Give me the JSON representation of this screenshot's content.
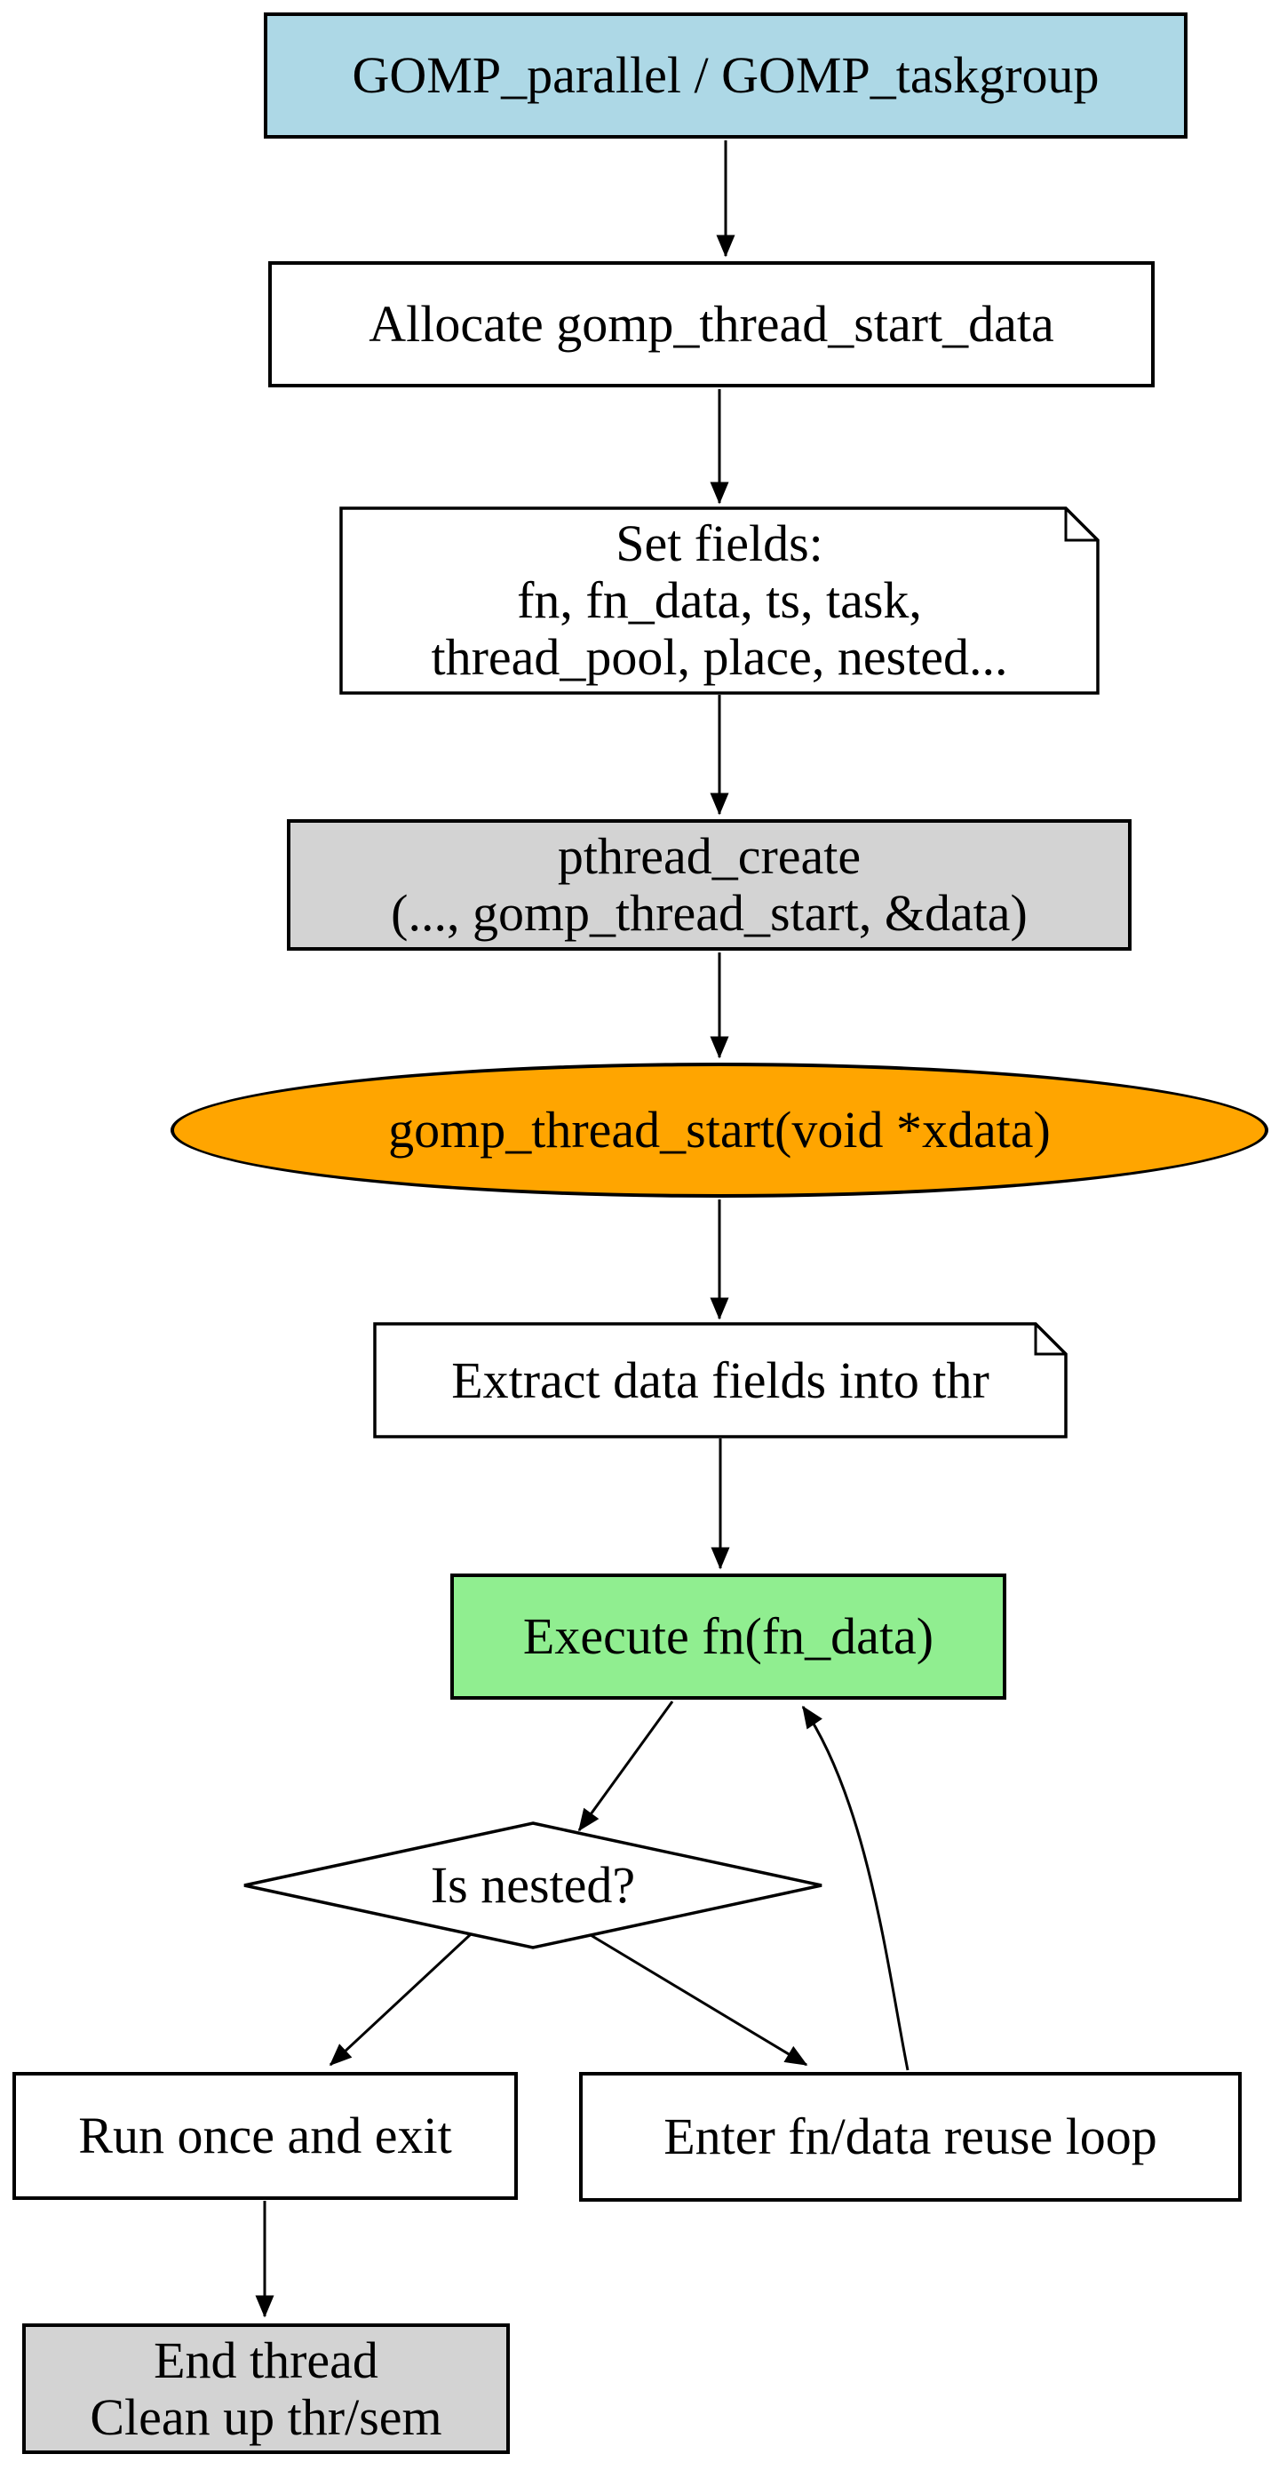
{
  "colors": {
    "entry": "#ADD8E6",
    "syscall": "#D3D3D3",
    "thread_fn": "#FFA500",
    "execute": "#90EE90",
    "plain": "#FFFFFF",
    "line": "#000000"
  },
  "nodes": {
    "gomp_parallel": {
      "label": "GOMP_parallel / GOMP_taskgroup"
    },
    "alloc": {
      "label": "Allocate gomp_thread_start_data"
    },
    "set_fields": {
      "label": "Set fields:\nfn, fn_data, ts, task,\nthread_pool, place, nested..."
    },
    "pthread_create": {
      "label": "pthread_create\n(..., gomp_thread_start, &data)"
    },
    "thread_start": {
      "label": "gomp_thread_start(void *xdata)"
    },
    "extract": {
      "label": "Extract data fields into thr"
    },
    "execute": {
      "label": "Execute fn(fn_data)"
    },
    "is_nested": {
      "label": "Is nested?"
    },
    "run_once": {
      "label": "Run once and exit"
    },
    "reuse_loop": {
      "label": "Enter fn/data reuse loop"
    },
    "end_thread": {
      "label": "End thread\nClean up thr/sem"
    }
  }
}
